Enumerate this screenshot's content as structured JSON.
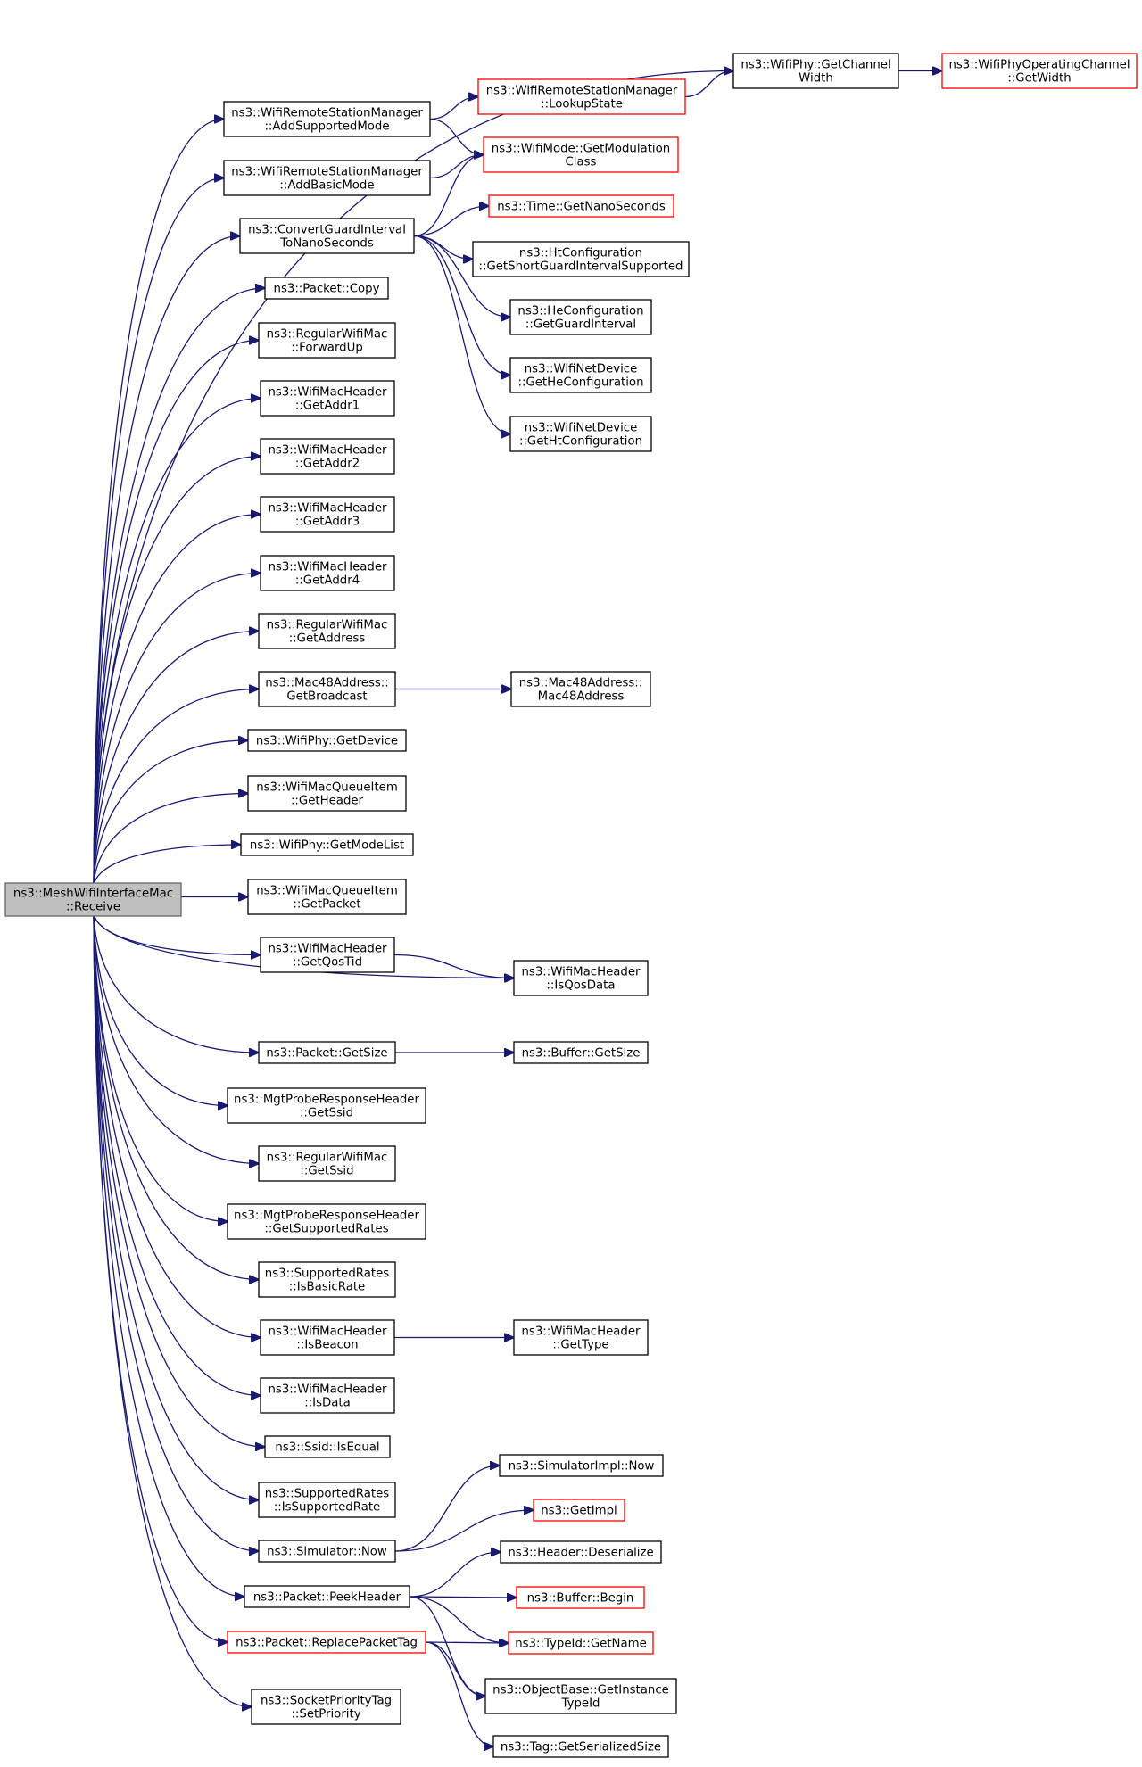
{
  "colors": {
    "edge": "#191970",
    "node_border": "#000000",
    "node_border_incomplete": "#ff0000",
    "root_fill": "#bfbfbf",
    "root_border": "#666666"
  },
  "nodes": [
    {
      "id": "root",
      "lines": [
        "ns3::MeshWifiInterfaceMac",
        "::Receive"
      ],
      "style": "root"
    },
    {
      "id": "getChannelWidth",
      "lines": [
        "ns3::WifiPhy::GetChannel",
        "Width"
      ],
      "style": "normal"
    },
    {
      "id": "opGetWidth",
      "lines": [
        "ns3::WifiPhyOperatingChannel",
        "::GetWidth"
      ],
      "style": "red"
    },
    {
      "id": "addSupported",
      "lines": [
        "ns3::WifiRemoteStationManager",
        "::AddSupportedMode"
      ],
      "style": "normal"
    },
    {
      "id": "lookupState",
      "lines": [
        "ns3::WifiRemoteStationManager",
        "::LookupState"
      ],
      "style": "red"
    },
    {
      "id": "getModClass",
      "lines": [
        "ns3::WifiMode::GetModulation",
        "Class"
      ],
      "style": "red"
    },
    {
      "id": "addBasic",
      "lines": [
        "ns3::WifiRemoteStationManager",
        "::AddBasicMode"
      ],
      "style": "normal"
    },
    {
      "id": "convertGI",
      "lines": [
        "ns3::ConvertGuardInterval",
        "ToNanoSeconds"
      ],
      "style": "normal"
    },
    {
      "id": "getNano",
      "lines": [
        "ns3::Time::GetNanoSeconds"
      ],
      "style": "red"
    },
    {
      "id": "htShortGI",
      "lines": [
        "ns3::HtConfiguration",
        "::GetShortGuardIntervalSupported"
      ],
      "style": "normal"
    },
    {
      "id": "heGI",
      "lines": [
        "ns3::HeConfiguration",
        "::GetGuardInterval"
      ],
      "style": "normal"
    },
    {
      "id": "getHeConf",
      "lines": [
        "ns3::WifiNetDevice",
        "::GetHeConfiguration"
      ],
      "style": "normal"
    },
    {
      "id": "getHtConf",
      "lines": [
        "ns3::WifiNetDevice",
        "::GetHtConfiguration"
      ],
      "style": "normal"
    },
    {
      "id": "packetCopy",
      "lines": [
        "ns3::Packet::Copy"
      ],
      "style": "normal"
    },
    {
      "id": "forwardUp",
      "lines": [
        "ns3::RegularWifiMac",
        "::ForwardUp"
      ],
      "style": "normal"
    },
    {
      "id": "addr1",
      "lines": [
        "ns3::WifiMacHeader",
        "::GetAddr1"
      ],
      "style": "normal"
    },
    {
      "id": "addr2",
      "lines": [
        "ns3::WifiMacHeader",
        "::GetAddr2"
      ],
      "style": "normal"
    },
    {
      "id": "addr3",
      "lines": [
        "ns3::WifiMacHeader",
        "::GetAddr3"
      ],
      "style": "normal"
    },
    {
      "id": "addr4",
      "lines": [
        "ns3::WifiMacHeader",
        "::GetAddr4"
      ],
      "style": "normal"
    },
    {
      "id": "getAddress",
      "lines": [
        "ns3::RegularWifiMac",
        "::GetAddress"
      ],
      "style": "normal"
    },
    {
      "id": "getBroadcast",
      "lines": [
        "ns3::Mac48Address::",
        "GetBroadcast"
      ],
      "style": "normal"
    },
    {
      "id": "mac48ctor",
      "lines": [
        "ns3::Mac48Address::",
        "Mac48Address"
      ],
      "style": "normal"
    },
    {
      "id": "getDevice",
      "lines": [
        "ns3::WifiPhy::GetDevice"
      ],
      "style": "normal"
    },
    {
      "id": "queueHeader",
      "lines": [
        "ns3::WifiMacQueueItem",
        "::GetHeader"
      ],
      "style": "normal"
    },
    {
      "id": "getModeList",
      "lines": [
        "ns3::WifiPhy::GetModeList"
      ],
      "style": "normal"
    },
    {
      "id": "queuePacket",
      "lines": [
        "ns3::WifiMacQueueItem",
        "::GetPacket"
      ],
      "style": "normal"
    },
    {
      "id": "getQosTid",
      "lines": [
        "ns3::WifiMacHeader",
        "::GetQosTid"
      ],
      "style": "normal"
    },
    {
      "id": "isQosData",
      "lines": [
        "ns3::WifiMacHeader",
        "::IsQosData"
      ],
      "style": "normal"
    },
    {
      "id": "packetGetSize",
      "lines": [
        "ns3::Packet::GetSize"
      ],
      "style": "normal"
    },
    {
      "id": "bufferGetSize",
      "lines": [
        "ns3::Buffer::GetSize"
      ],
      "style": "normal"
    },
    {
      "id": "probeSsid",
      "lines": [
        "ns3::MgtProbeResponseHeader",
        "::GetSsid"
      ],
      "style": "normal"
    },
    {
      "id": "regSsid",
      "lines": [
        "ns3::RegularWifiMac",
        "::GetSsid"
      ],
      "style": "normal"
    },
    {
      "id": "probeRates",
      "lines": [
        "ns3::MgtProbeResponseHeader",
        "::GetSupportedRates"
      ],
      "style": "normal"
    },
    {
      "id": "isBasicRate",
      "lines": [
        "ns3::SupportedRates",
        "::IsBasicRate"
      ],
      "style": "normal"
    },
    {
      "id": "isBeacon",
      "lines": [
        "ns3::WifiMacHeader",
        "::IsBeacon"
      ],
      "style": "normal"
    },
    {
      "id": "getType",
      "lines": [
        "ns3::WifiMacHeader",
        "::GetType"
      ],
      "style": "normal"
    },
    {
      "id": "isData",
      "lines": [
        "ns3::WifiMacHeader",
        "::IsData"
      ],
      "style": "normal"
    },
    {
      "id": "ssidEqual",
      "lines": [
        "ns3::Ssid::IsEqual"
      ],
      "style": "normal"
    },
    {
      "id": "isSupportedRate",
      "lines": [
        "ns3::SupportedRates",
        "::IsSupportedRate"
      ],
      "style": "normal"
    },
    {
      "id": "simNow",
      "lines": [
        "ns3::Simulator::Now"
      ],
      "style": "normal"
    },
    {
      "id": "simImplNow",
      "lines": [
        "ns3::SimulatorImpl::Now"
      ],
      "style": "normal"
    },
    {
      "id": "getImpl",
      "lines": [
        "ns3::GetImpl"
      ],
      "style": "red"
    },
    {
      "id": "peekHeader",
      "lines": [
        "ns3::Packet::PeekHeader"
      ],
      "style": "normal"
    },
    {
      "id": "deserialize",
      "lines": [
        "ns3::Header::Deserialize"
      ],
      "style": "normal"
    },
    {
      "id": "bufferBegin",
      "lines": [
        "ns3::Buffer::Begin"
      ],
      "style": "red"
    },
    {
      "id": "typeIdName",
      "lines": [
        "ns3::TypeId::GetName"
      ],
      "style": "red"
    },
    {
      "id": "replaceTag",
      "lines": [
        "ns3::Packet::ReplacePacketTag"
      ],
      "style": "red"
    },
    {
      "id": "instanceTypeId",
      "lines": [
        "ns3::ObjectBase::GetInstance",
        "TypeId"
      ],
      "style": "normal"
    },
    {
      "id": "setPriority",
      "lines": [
        "ns3::SocketPriorityTag",
        "::SetPriority"
      ],
      "style": "normal"
    },
    {
      "id": "serializedSize",
      "lines": [
        "ns3::Tag::GetSerializedSize"
      ],
      "style": "normal"
    }
  ],
  "edges": [
    [
      "root",
      "getChannelWidth"
    ],
    [
      "root",
      "addSupported"
    ],
    [
      "root",
      "addBasic"
    ],
    [
      "root",
      "convertGI"
    ],
    [
      "root",
      "packetCopy"
    ],
    [
      "root",
      "forwardUp"
    ],
    [
      "root",
      "addr1"
    ],
    [
      "root",
      "addr2"
    ],
    [
      "root",
      "addr3"
    ],
    [
      "root",
      "addr4"
    ],
    [
      "root",
      "getAddress"
    ],
    [
      "root",
      "getBroadcast"
    ],
    [
      "root",
      "getDevice"
    ],
    [
      "root",
      "queueHeader"
    ],
    [
      "root",
      "getModeList"
    ],
    [
      "root",
      "queuePacket"
    ],
    [
      "root",
      "getQosTid"
    ],
    [
      "root",
      "isQosData"
    ],
    [
      "root",
      "packetGetSize"
    ],
    [
      "root",
      "probeSsid"
    ],
    [
      "root",
      "regSsid"
    ],
    [
      "root",
      "probeRates"
    ],
    [
      "root",
      "isBasicRate"
    ],
    [
      "root",
      "isBeacon"
    ],
    [
      "root",
      "isData"
    ],
    [
      "root",
      "ssidEqual"
    ],
    [
      "root",
      "isSupportedRate"
    ],
    [
      "root",
      "simNow"
    ],
    [
      "root",
      "peekHeader"
    ],
    [
      "root",
      "replaceTag"
    ],
    [
      "root",
      "setPriority"
    ],
    [
      "getChannelWidth",
      "opGetWidth"
    ],
    [
      "addSupported",
      "lookupState"
    ],
    [
      "addSupported",
      "getModClass"
    ],
    [
      "lookupState",
      "getChannelWidth"
    ],
    [
      "addBasic",
      "getModClass"
    ],
    [
      "convertGI",
      "getModClass"
    ],
    [
      "convertGI",
      "getNano"
    ],
    [
      "convertGI",
      "htShortGI"
    ],
    [
      "convertGI",
      "heGI"
    ],
    [
      "convertGI",
      "getHeConf"
    ],
    [
      "convertGI",
      "getHtConf"
    ],
    [
      "getBroadcast",
      "mac48ctor"
    ],
    [
      "getQosTid",
      "isQosData"
    ],
    [
      "packetGetSize",
      "bufferGetSize"
    ],
    [
      "isBeacon",
      "getType"
    ],
    [
      "simNow",
      "simImplNow"
    ],
    [
      "simNow",
      "getImpl"
    ],
    [
      "peekHeader",
      "deserialize"
    ],
    [
      "peekHeader",
      "bufferBegin"
    ],
    [
      "peekHeader",
      "typeIdName"
    ],
    [
      "peekHeader",
      "instanceTypeId"
    ],
    [
      "replaceTag",
      "typeIdName"
    ],
    [
      "replaceTag",
      "instanceTypeId"
    ],
    [
      "replaceTag",
      "serializedSize"
    ]
  ]
}
